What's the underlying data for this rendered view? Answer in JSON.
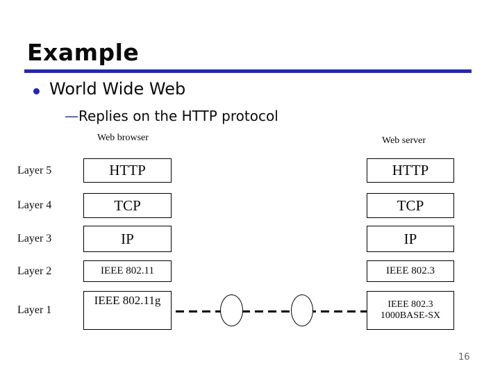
{
  "slide": {
    "title": "Example",
    "bullet": "World Wide Web",
    "sub_bullet_dash": "—",
    "sub_bullet_text": "Replies on the HTTP protocol",
    "page_number": "16",
    "accent_color": "#2222cc"
  },
  "diagram": {
    "layer_labels": [
      "Layer 5",
      "Layer 4",
      "Layer 3",
      "Layer 2",
      "Layer 1"
    ],
    "left_stack": {
      "label": "Web browser",
      "layers": [
        "HTTP",
        "TCP",
        "IP",
        "IEEE 802.11",
        "IEEE 802.11g"
      ]
    },
    "right_stack": {
      "label": "Web server",
      "layers": [
        "HTTP",
        "TCP",
        "IP",
        "IEEE 802.3"
      ],
      "layer1_lines": [
        "IEEE 802.3",
        "1000BASE-SX"
      ]
    },
    "clouds": 2
  }
}
